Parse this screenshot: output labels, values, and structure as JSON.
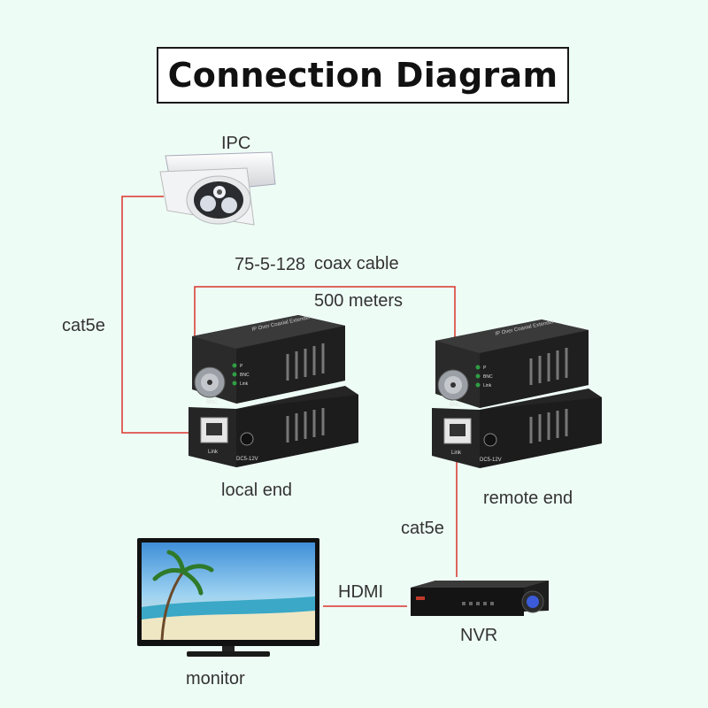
{
  "title": "Connection Diagram",
  "labels": {
    "ipc": "IPC",
    "cable_spec": "75-5-128",
    "cable_type": "coax cable",
    "distance": "500 meters",
    "cat5e_left": "cat5e",
    "local_end": "local end",
    "remote_end": "remote end",
    "cat5e_right": "cat5e",
    "hdmi": "HDMI",
    "nvr": "NVR",
    "monitor": "monitor"
  },
  "device_print": {
    "top_label": "IP Over Coaxial Extender",
    "bnc": "BNC",
    "led_p": "P",
    "led_bnc": "BNC",
    "led_link": "Link",
    "port_link": "Link",
    "port_power": "DC5-12V"
  },
  "colors": {
    "background": "#eefcf6",
    "cable_line": "#d9342b",
    "device_body": "#222222",
    "led": "#2f9e44"
  }
}
